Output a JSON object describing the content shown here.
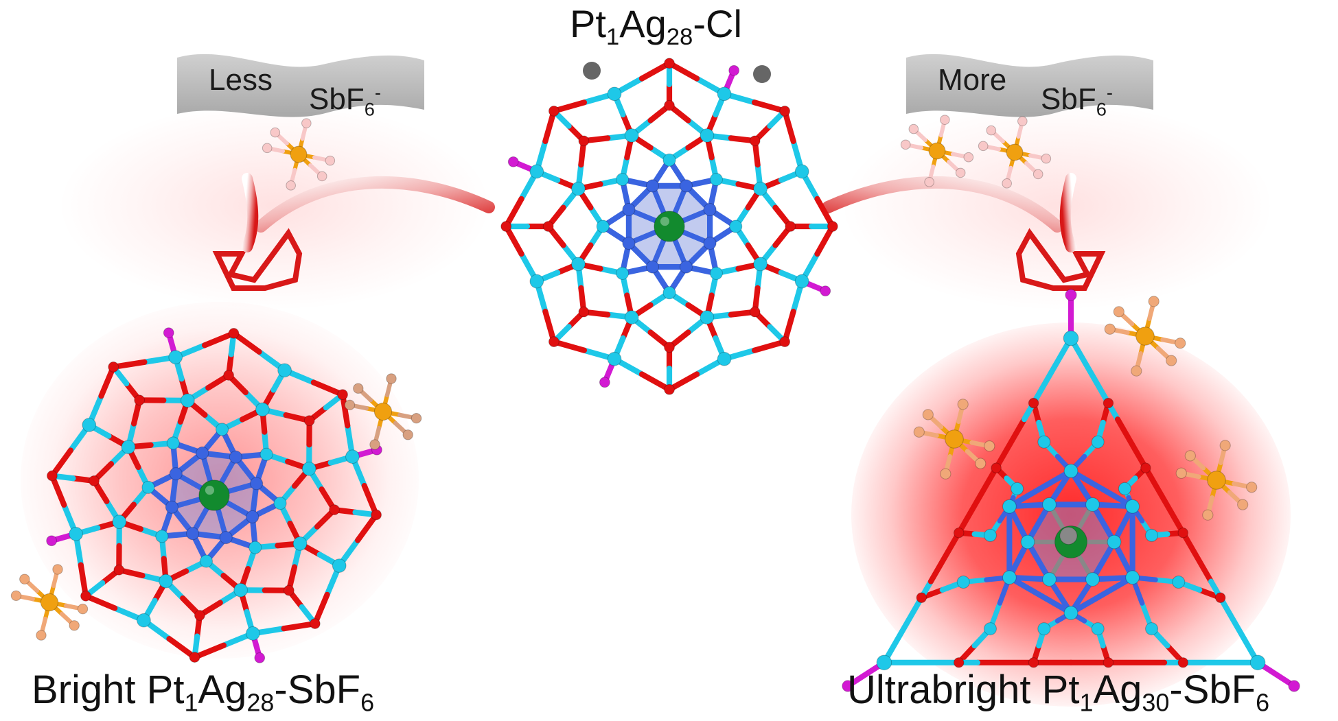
{
  "labels": {
    "top_title_main": "Pt",
    "top_title_sub1": "1",
    "top_title_mid": "Ag",
    "top_title_sub2": "28",
    "top_title_tail": "-Cl",
    "left_title_main": "Bright Pt",
    "left_title_sub1": "1",
    "left_title_mid": "Ag",
    "left_title_sub2": "28",
    "left_title_tail": "-SbF",
    "left_title_sub3": "6",
    "right_title_main": "Ultrabright Pt",
    "right_title_sub1": "1",
    "right_title_mid": "Ag",
    "right_title_sub2": "30",
    "right_title_tail": "-SbF",
    "right_title_sub3": "6"
  },
  "banners": {
    "left": {
      "word": "Less",
      "ion": "SbF",
      "ion_sub": "6",
      "ion_sup": "-"
    },
    "right": {
      "word": "More",
      "ion": "SbF",
      "ion_sub": "6",
      "ion_sup": "-"
    }
  },
  "colors": {
    "oxygen_red": "#e01010",
    "silver_cyan": "#1ec8e8",
    "core_blue": "#3a64e0",
    "chlorine_green": "#128a2e",
    "iodine_magenta": "#d21ad2",
    "antimony_orange": "#f0a010",
    "fluorine_pink": "#f8c8c8",
    "arrow_red": "#d81818",
    "banner_gray": "#b8b8b8"
  }
}
